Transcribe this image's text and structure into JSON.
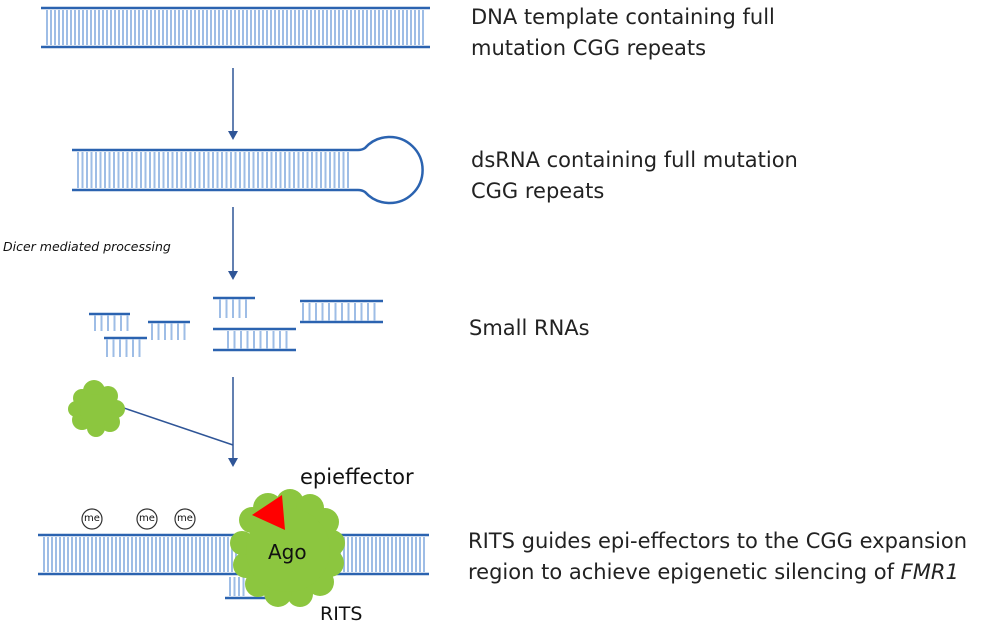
{
  "colors": {
    "strand": "#2b63b0",
    "rung": "#9ebde6",
    "arrow": "#2f5597",
    "protein": "#8cc63f",
    "epieffector": "#ff0000"
  },
  "steps": {
    "dna": {
      "line1": "DNA template containing full",
      "line2": "mutation CGG repeats"
    },
    "dsrna": {
      "line1": "dsRNA containing full mutation",
      "line2": "CGG repeats"
    },
    "small_rnas": {
      "line1": "Small RNAs"
    },
    "rits": {
      "line1": "RITS guides epi-effectors to the CGG expansion",
      "line2_prefix": "region to achieve epigenetic silencing of ",
      "line2_gene": "FMR1"
    }
  },
  "annotations": {
    "dicer": "Dicer mediated processing",
    "epieffector": "epieffector",
    "ago": "Ago",
    "rits": "RITS",
    "methyl": [
      "me",
      "me",
      "me"
    ]
  }
}
